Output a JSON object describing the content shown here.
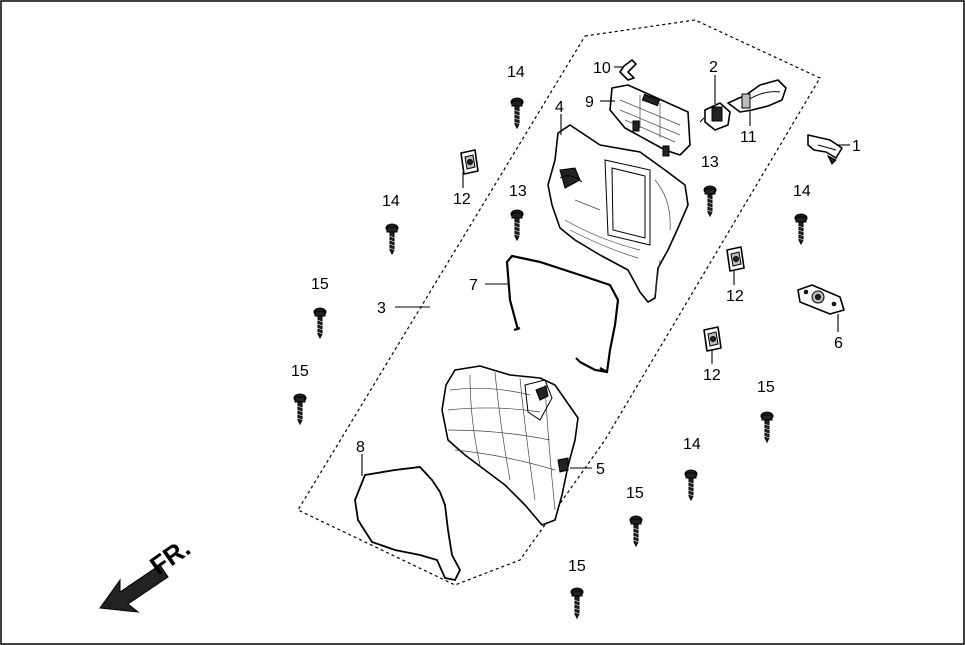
{
  "direction_label": "FR.",
  "callouts": [
    {
      "id": "c1",
      "text": "1"
    },
    {
      "id": "c2",
      "text": "2"
    },
    {
      "id": "c3",
      "text": "3"
    },
    {
      "id": "c4",
      "text": "4"
    },
    {
      "id": "c5",
      "text": "5"
    },
    {
      "id": "c6",
      "text": "6"
    },
    {
      "id": "c7",
      "text": "7"
    },
    {
      "id": "c8",
      "text": "8"
    },
    {
      "id": "c9",
      "text": "9"
    },
    {
      "id": "c10",
      "text": "10"
    },
    {
      "id": "c11",
      "text": "11"
    },
    {
      "id": "c12a",
      "text": "12"
    },
    {
      "id": "c12b",
      "text": "12"
    },
    {
      "id": "c12c",
      "text": "12"
    },
    {
      "id": "c13a",
      "text": "13"
    },
    {
      "id": "c13b",
      "text": "13"
    },
    {
      "id": "c14a",
      "text": "14"
    },
    {
      "id": "c14b",
      "text": "14"
    },
    {
      "id": "c14c",
      "text": "14"
    },
    {
      "id": "c14d",
      "text": "14"
    },
    {
      "id": "c15a",
      "text": "15"
    },
    {
      "id": "c15b",
      "text": "15"
    },
    {
      "id": "c15c",
      "text": "15"
    },
    {
      "id": "c15d",
      "text": "15"
    },
    {
      "id": "c15e",
      "text": "15"
    }
  ]
}
